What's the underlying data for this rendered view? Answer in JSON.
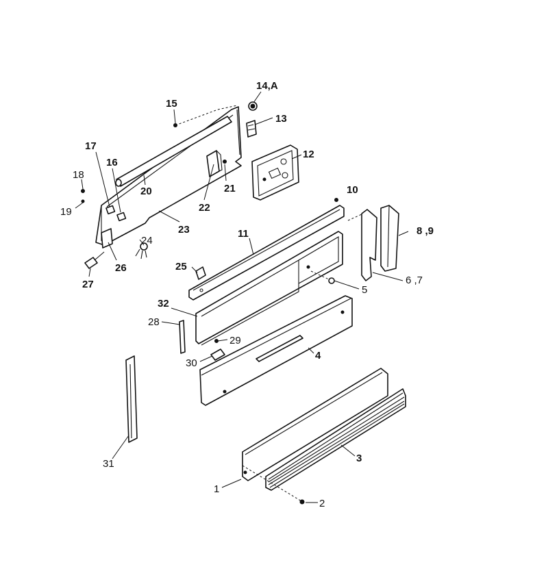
{
  "diagram": {
    "callouts": {
      "c14A": "14,A",
      "c15": "15",
      "c13": "13",
      "c12": "12",
      "c17": "17",
      "c16": "16",
      "c18": "18",
      "c19": "19",
      "c20": "20",
      "c21": "21",
      "c22": "22",
      "c23": "23",
      "c10": "10",
      "c11": "11",
      "c89": "8 ,9",
      "c24": "24",
      "c25": "25",
      "c26": "26",
      "c27": "27",
      "c67": "6 ,7",
      "c5": "5",
      "c32": "32",
      "c28": "28",
      "c29": "29",
      "c4": "4",
      "c30": "30",
      "c31": "31",
      "c3": "3",
      "c1": "1",
      "c2": "2"
    }
  }
}
